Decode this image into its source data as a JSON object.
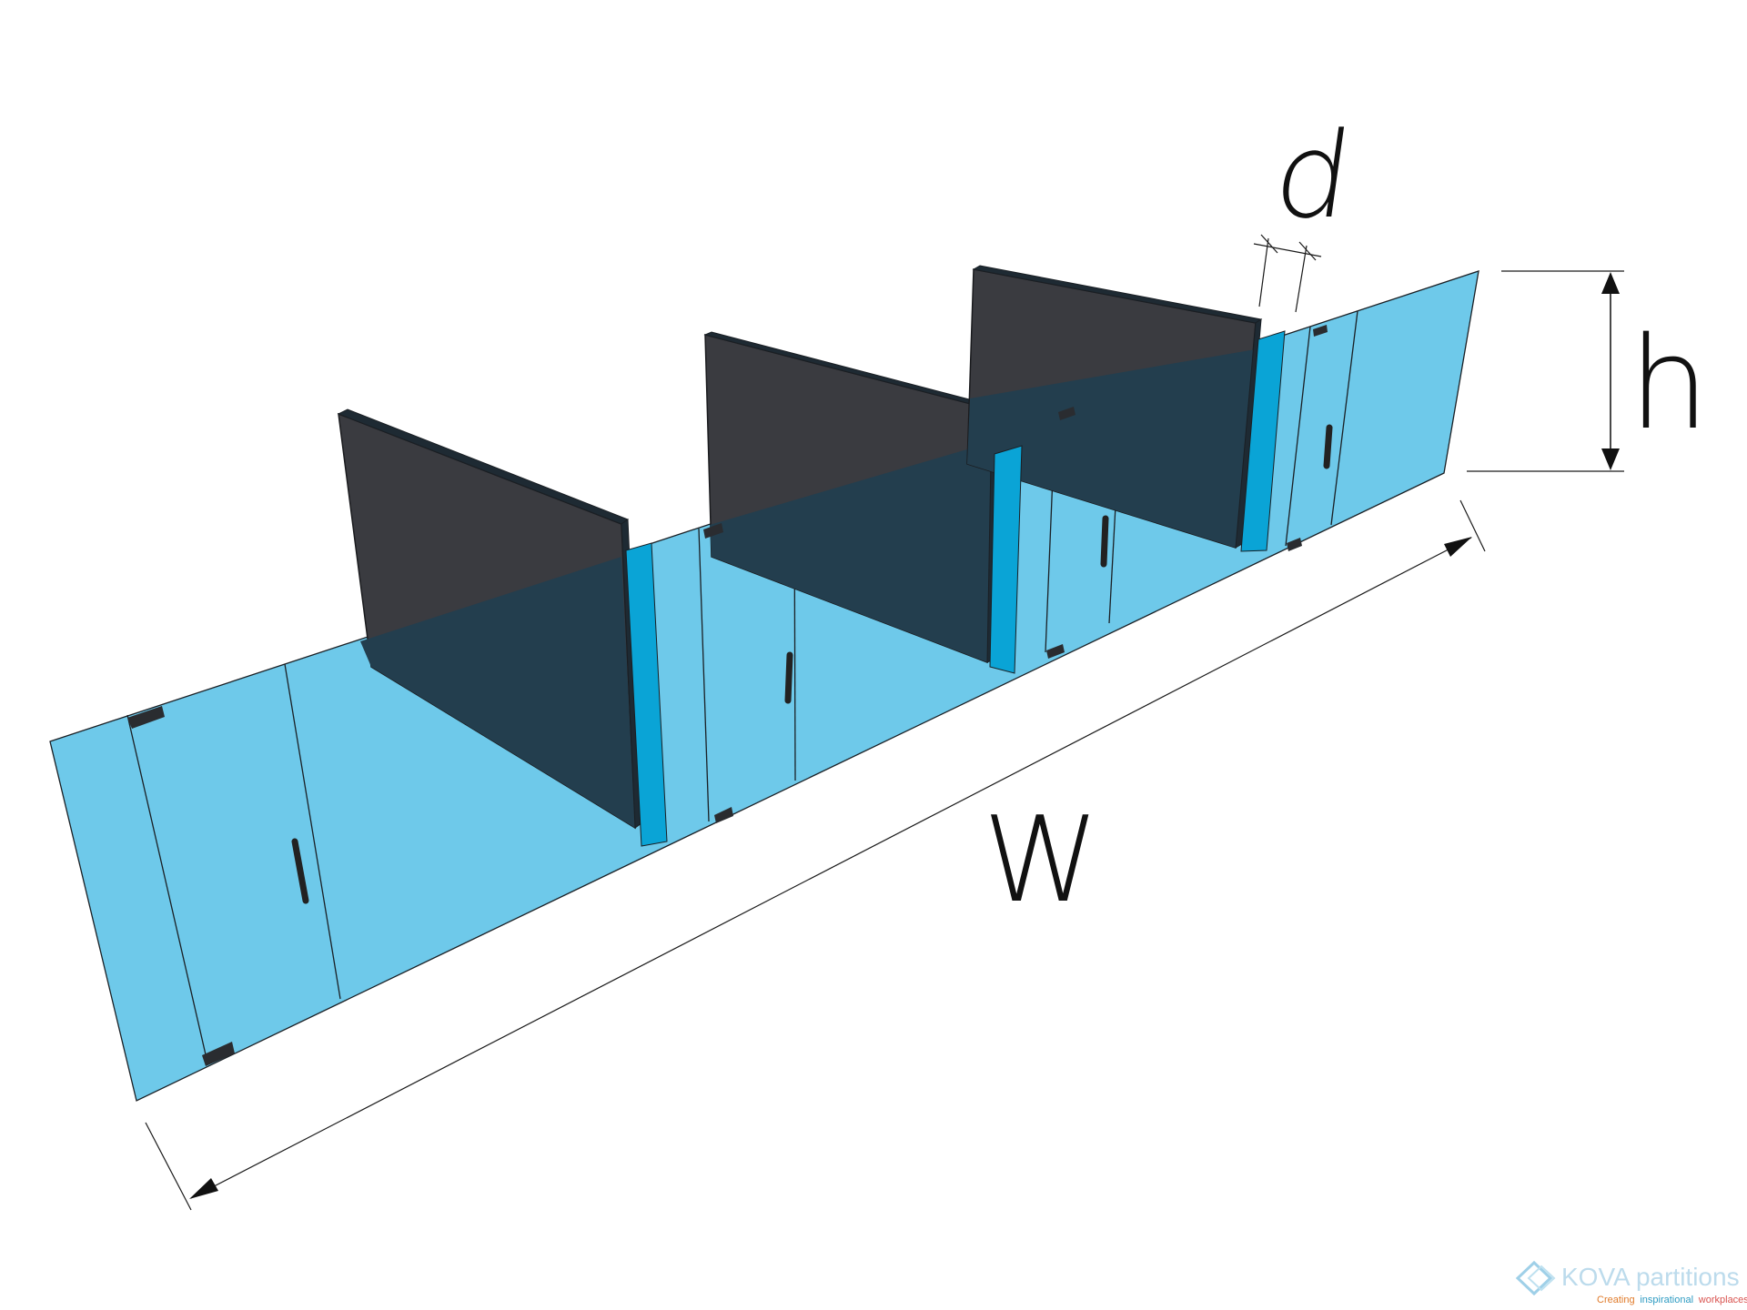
{
  "diagram": {
    "dimension_labels": {
      "width": "W",
      "height": "h",
      "depth": "d"
    },
    "colors": {
      "glass": "#6ec9ea",
      "glass_edge": "#0aa4d6",
      "divider": "#3a3b40",
      "background": "#ffffff"
    },
    "icons": [
      "kova-logo-icon",
      "arrow-head-icon"
    ]
  },
  "brand": {
    "name": "KOVA partitions",
    "tagline_part1": "Creating",
    "tagline_part2": "inspirational",
    "tagline_part3": "workplaces"
  }
}
